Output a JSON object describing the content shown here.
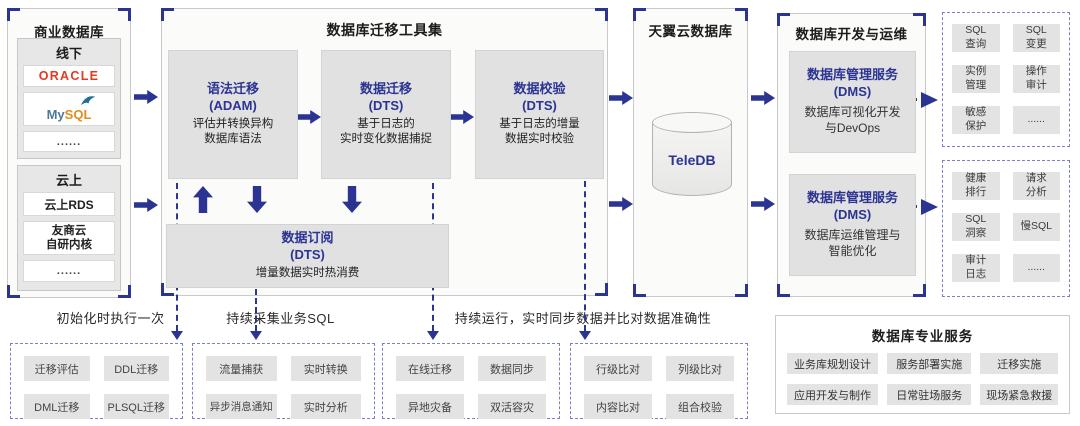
{
  "colors": {
    "accent": "#2b3493",
    "dashed_border": "#7b80cd",
    "oracle_red": "#e23a23",
    "mysql_blue": "#4d7a99",
    "mysql_orange": "#e08c1f",
    "box_gray": "#e1e1e1"
  },
  "left_panel": {
    "title": "商业数据库",
    "offline": {
      "title": "线下",
      "oracle": "ORACLE",
      "mysql_part1": "My",
      "mysql_part2": "SQL",
      "dots": "......"
    },
    "cloud": {
      "title": "云上",
      "items": [
        "云上RDS",
        "友商云\n自研内核",
        "......"
      ]
    }
  },
  "toolset_panel": {
    "title": "数据库迁移工具集",
    "boxes": [
      {
        "title": "语法迁移\n(ADAM)",
        "desc": "评估并转换异构\n数据库语法"
      },
      {
        "title": "数据迁移\n(DTS)",
        "desc": "基于日志的\n实时变化数据捕捉"
      },
      {
        "title": "数据校验\n(DTS)",
        "desc": "基于日志的增量\n数据实时校验"
      },
      {
        "title": "数据订阅\n(DTS)",
        "desc": "增量数据实时热消费"
      }
    ]
  },
  "cloud_db_panel": {
    "title": "天翼云数据库",
    "db_name": "TeleDB"
  },
  "devops_panel": {
    "title": "数据库开发与运维",
    "boxes": [
      {
        "title": "数据库管理服务\n(DMS)",
        "desc": "数据库可视化开发\n与DevOps"
      },
      {
        "title": "数据库管理服务\n(DMS)",
        "desc": "数据库运维管理与\n智能优化"
      }
    ]
  },
  "right_feature_groups": [
    {
      "chips": [
        "SQL\n查询",
        "SQL\n变更",
        "实例\n管理",
        "操作\n审计",
        "敏感\n保护",
        "......"
      ]
    },
    {
      "chips": [
        "健康\n排行",
        "请求\n分析",
        "SQL\n洞察",
        "慢SQL",
        "审计\n日志",
        "......"
      ]
    }
  ],
  "flow_labels": [
    "初始化时执行一次",
    "持续采集业务SQL",
    "持续运行，实时同步数据并比对数据准确性"
  ],
  "bottom_groups": [
    {
      "chips": [
        "迁移评估",
        "DDL迁移",
        "DML迁移",
        "PLSQL迁移"
      ]
    },
    {
      "chips": [
        "流量捕获",
        "实时转换",
        "异步消息通知",
        "实时分析"
      ]
    },
    {
      "chips": [
        "在线迁移",
        "数据同步",
        "异地灾备",
        "双活容灾"
      ]
    },
    {
      "chips": [
        "行级比对",
        "列级比对",
        "内容比对",
        "组合校验"
      ]
    }
  ],
  "pro_services": {
    "title": "数据库专业服务",
    "chips": [
      "业务库规划设计",
      "服务部署实施",
      "迁移实施",
      "应用开发与制作",
      "日常驻场服务",
      "现场紧急救援"
    ]
  }
}
